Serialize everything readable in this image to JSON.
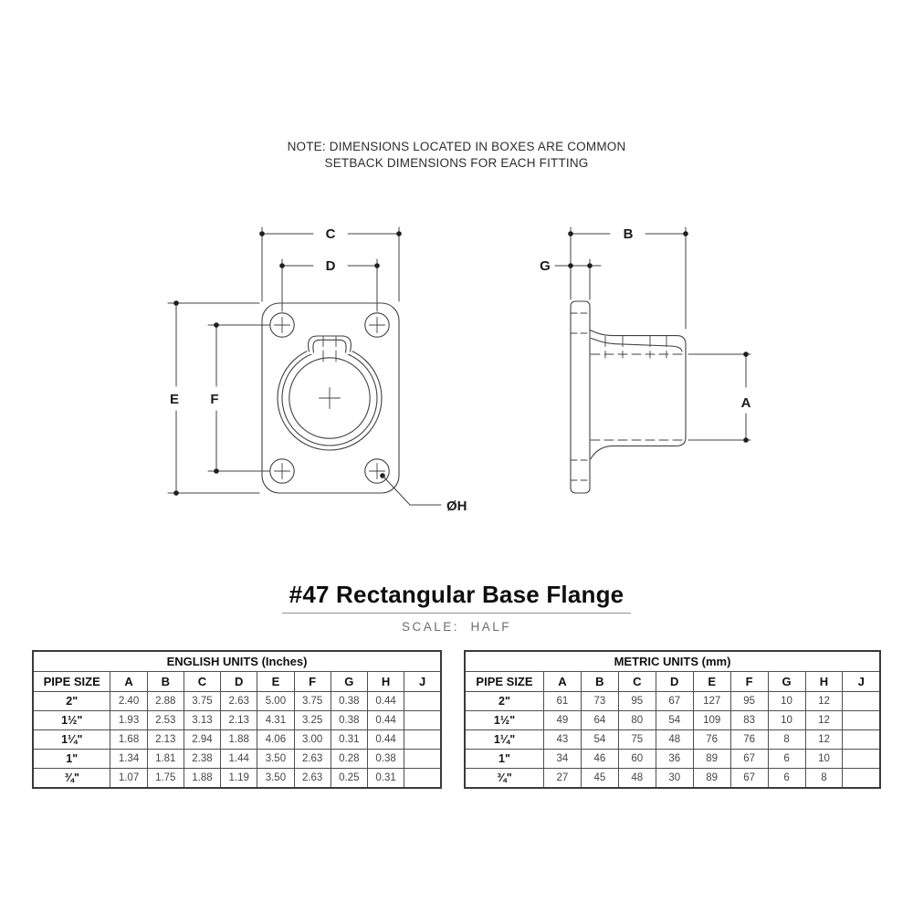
{
  "page": {
    "background": "#ffffff",
    "line_color": "#414141",
    "text_color": "#2d2d2d"
  },
  "note": {
    "line1": "NOTE: DIMENSIONS LOCATED IN BOXES ARE COMMON",
    "line2": "SETBACK DIMENSIONS FOR EACH FITTING"
  },
  "title": {
    "heading": "#47 Rectangular Base Flange",
    "scale": "SCALE:  HALF"
  },
  "drawing": {
    "front_view": {
      "description": "front view of rectangular base flange with four bolt holes and center socket",
      "labels": {
        "c": "C",
        "d": "D",
        "e": "E",
        "f": "F",
        "hole_dia": "ØH"
      }
    },
    "side_view": {
      "description": "side profile view of flange plate and socket hub",
      "labels": {
        "b": "B",
        "g": "G",
        "a": "A"
      }
    }
  },
  "tables": [
    {
      "id": "english",
      "title": "ENGLISH UNITS (Inches)",
      "columns": [
        "PIPE SIZE",
        "A",
        "B",
        "C",
        "D",
        "E",
        "F",
        "G",
        "H",
        "J"
      ],
      "rows": [
        {
          "size": "2\"",
          "values": [
            "2.40",
            "2.88",
            "3.75",
            "2.63",
            "5.00",
            "3.75",
            "0.38",
            "0.44",
            ""
          ]
        },
        {
          "size": "1½\"",
          "values": [
            "1.93",
            "2.53",
            "3.13",
            "2.13",
            "4.31",
            "3.25",
            "0.38",
            "0.44",
            ""
          ]
        },
        {
          "size": "1¼\"",
          "values": [
            "1.68",
            "2.13",
            "2.94",
            "1.88",
            "4.06",
            "3.00",
            "0.31",
            "0.44",
            ""
          ]
        },
        {
          "size": "1\"",
          "values": [
            "1.34",
            "1.81",
            "2.38",
            "1.44",
            "3.50",
            "2.63",
            "0.28",
            "0.38",
            ""
          ]
        },
        {
          "size": "¾\"",
          "values": [
            "1.07",
            "1.75",
            "1.88",
            "1.19",
            "3.50",
            "2.63",
            "0.25",
            "0.31",
            ""
          ]
        }
      ]
    },
    {
      "id": "metric",
      "title": "METRIC UNITS (mm)",
      "columns": [
        "PIPE SIZE",
        "A",
        "B",
        "C",
        "D",
        "E",
        "F",
        "G",
        "H",
        "J"
      ],
      "rows": [
        {
          "size": "2\"",
          "values": [
            "61",
            "73",
            "95",
            "67",
            "127",
            "95",
            "10",
            "12",
            ""
          ]
        },
        {
          "size": "1½\"",
          "values": [
            "49",
            "64",
            "80",
            "54",
            "109",
            "83",
            "10",
            "12",
            ""
          ]
        },
        {
          "size": "1¼\"",
          "values": [
            "43",
            "54",
            "75",
            "48",
            "76",
            "76",
            "8",
            "12",
            ""
          ]
        },
        {
          "size": "1\"",
          "values": [
            "34",
            "46",
            "60",
            "36",
            "89",
            "67",
            "6",
            "10",
            ""
          ]
        },
        {
          "size": "¾\"",
          "values": [
            "27",
            "45",
            "48",
            "30",
            "89",
            "67",
            "6",
            "8",
            ""
          ]
        }
      ]
    }
  ]
}
